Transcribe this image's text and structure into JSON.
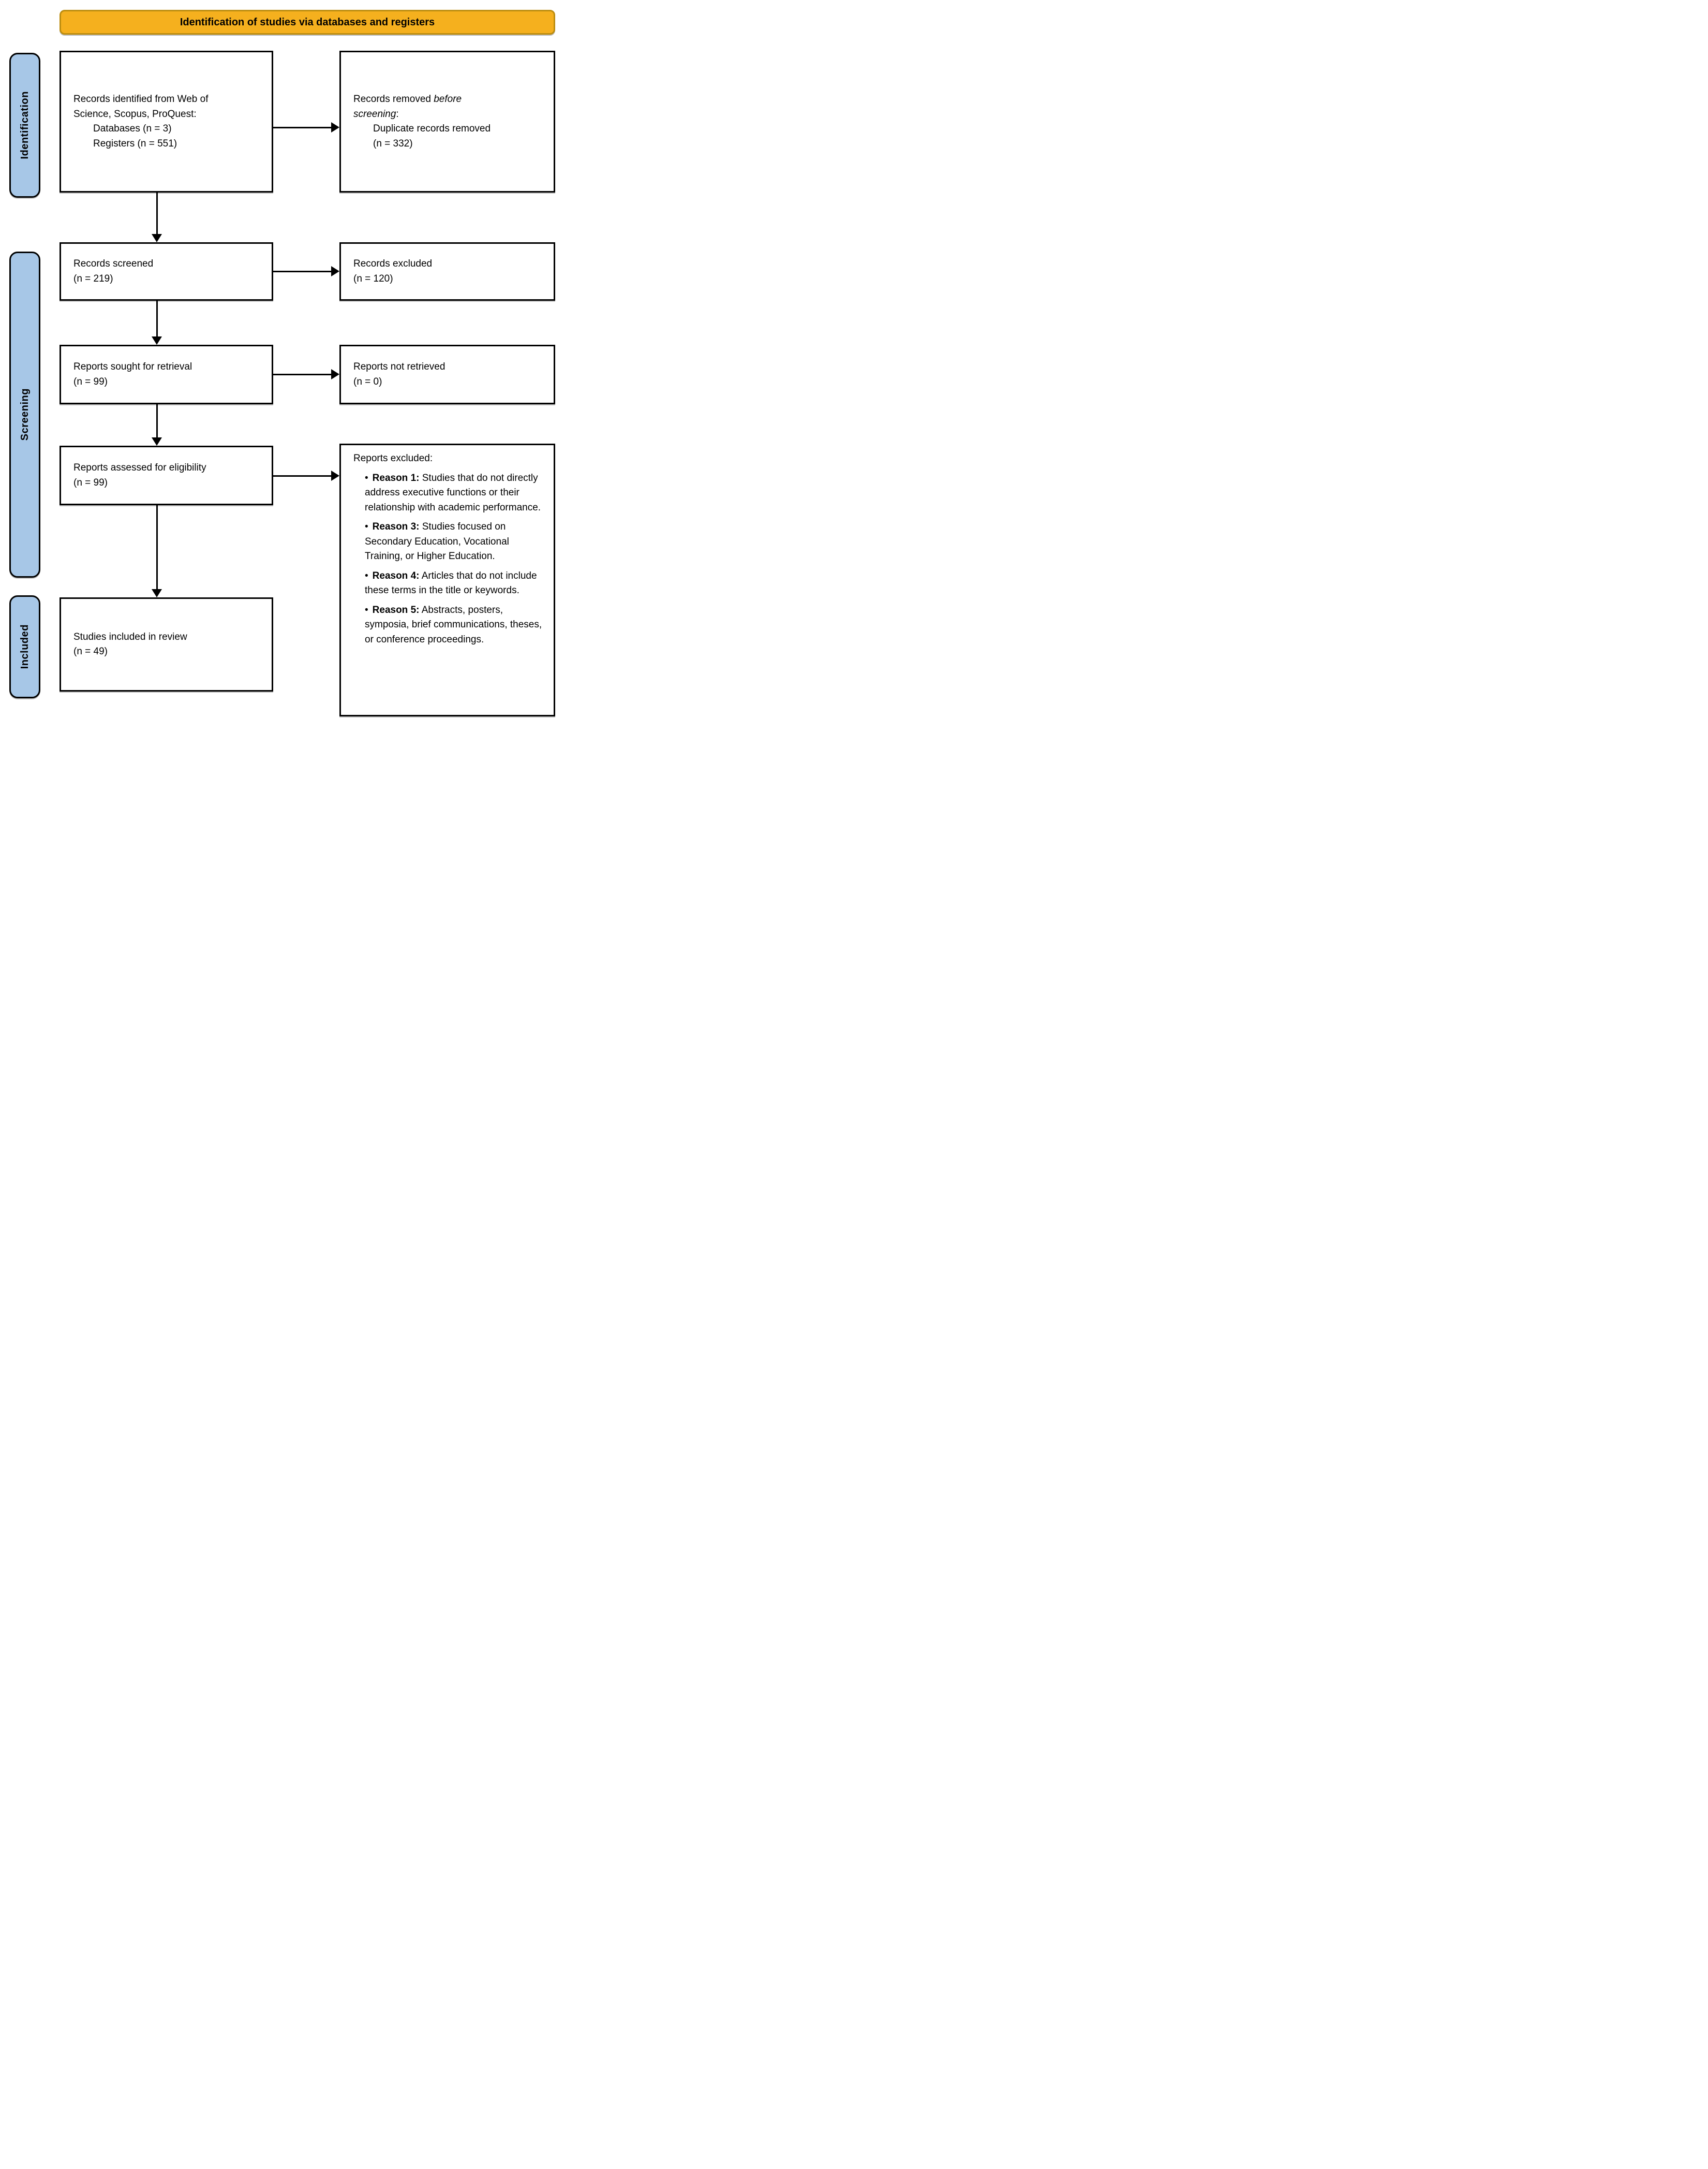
{
  "diagram": {
    "title": "Identification of studies via databases and registers",
    "side_labels": {
      "identification": "Identification",
      "screening": "Screening",
      "included": "Included"
    },
    "colors": {
      "banner_fill": "#F5B01E",
      "banner_border": "#BC8D10",
      "stage_fill": "#A7C7E7",
      "box_border": "#000000",
      "arrow": "#000000"
    },
    "boxes": {
      "identified": {
        "line1": "Records identified from Web of",
        "line2": "Science, Scopus, ProQuest:",
        "indent1": "Databases (n = 3)",
        "indent2": "Registers (n = 551)"
      },
      "removed": {
        "line1_normal": "Records removed ",
        "line1_italic": "before",
        "line2_italic": "screening",
        "line2_after": ":",
        "indent1": "Duplicate records removed",
        "indent2": "(n = 332)"
      },
      "screened": {
        "line1": "Records screened",
        "line2": "(n = 219)"
      },
      "excluded": {
        "line1": "Records excluded",
        "line2": "(n = 120)"
      },
      "sought": {
        "line1": "Reports sought for retrieval",
        "line2": "(n = 99)"
      },
      "not_retrieved": {
        "line1": "Reports not retrieved",
        "line2": "(n = 0)"
      },
      "assessed": {
        "line1": "Reports assessed for eligibility",
        "line2": "(n = 99)"
      },
      "reports_excluded": {
        "header": "Reports excluded:",
        "bullet": "•",
        "reasons": [
          {
            "label": "Reason 1:",
            "text": " Studies that do not directly address executive functions or their relationship with academic performance."
          },
          {
            "label": "Reason 3:",
            "text": " Studies focused on Secondary Education, Vocational Training, or Higher Education."
          },
          {
            "label": "Reason 4:",
            "text": " Articles that do not include these terms in the title or keywords."
          },
          {
            "label": "Reason 5:",
            "text": " Abstracts, posters, symposia, brief communications, theses, or conference proceedings."
          }
        ]
      },
      "included": {
        "line1": "Studies included in review",
        "line2": "(n = 49)"
      }
    }
  }
}
